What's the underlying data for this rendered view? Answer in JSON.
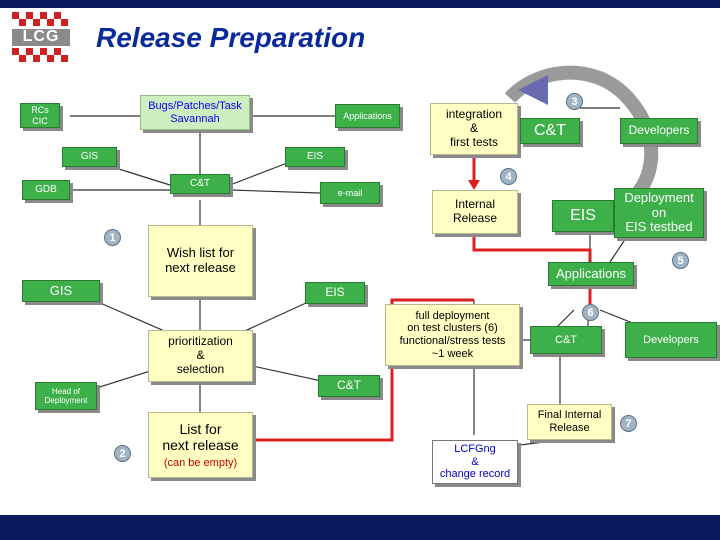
{
  "title": "Release Preparation",
  "logo_text": "LCG",
  "nodes": {
    "rcs_cic": "RCs\nCIC",
    "bugs": "Bugs/Patches/Task\nSavannah",
    "applications_top": "Applications",
    "gis_top": "GIS",
    "eis_top": "EIS",
    "gdb": "GDB",
    "ct_left": "C&T",
    "email": "e-mail",
    "wish": "Wish list for\nnext release",
    "gis_mid": "GIS",
    "eis_mid": "EIS",
    "prior": "prioritization\n&\nselection",
    "head": "Head of\nDeployment",
    "list_title": "List for\nnext release",
    "list_sub": "(can be empty)",
    "ct_bottom": "C&T",
    "integration": "integration\n&\nfirst tests",
    "ct_top": "C&T",
    "developers_top": "Developers",
    "internal": "Internal\nRelease",
    "eis_right": "EIS",
    "deployment": "Deployment\non\nEIS testbed",
    "applications_right": "Applications",
    "full": "full deployment\non test clusters (6)\nfunctional/stress tests\n~1 week",
    "ct_right": "C&T",
    "developers_right": "Developers",
    "final": "Final Internal\nRelease",
    "lcfg": "LCFGng\n&\nchange record"
  },
  "steps": [
    "1",
    "2",
    "3",
    "4",
    "5",
    "6",
    "7"
  ]
}
